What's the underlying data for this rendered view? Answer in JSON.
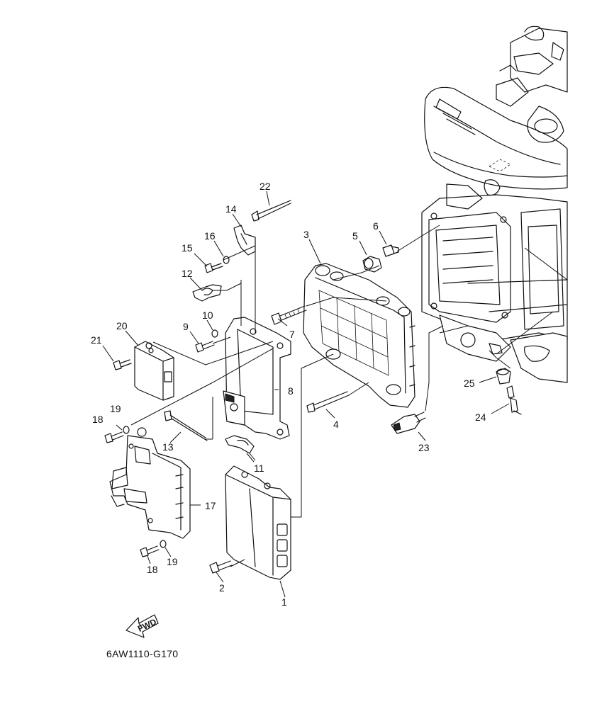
{
  "diagram": {
    "code": "6AW1110-G170",
    "fwd_label": "FWD",
    "parts": [
      {
        "id": "1"
      },
      {
        "id": "2"
      },
      {
        "id": "3"
      },
      {
        "id": "4"
      },
      {
        "id": "5"
      },
      {
        "id": "6"
      },
      {
        "id": "7"
      },
      {
        "id": "8"
      },
      {
        "id": "9"
      },
      {
        "id": "10"
      },
      {
        "id": "11"
      },
      {
        "id": "12"
      },
      {
        "id": "13"
      },
      {
        "id": "14"
      },
      {
        "id": "15"
      },
      {
        "id": "16"
      },
      {
        "id": "17"
      },
      {
        "id": "18"
      },
      {
        "id": "19"
      },
      {
        "id": "20"
      },
      {
        "id": "21"
      },
      {
        "id": "22"
      },
      {
        "id": "23"
      },
      {
        "id": "24"
      },
      {
        "id": "25"
      },
      {
        "id": "18"
      },
      {
        "id": "19"
      }
    ]
  }
}
